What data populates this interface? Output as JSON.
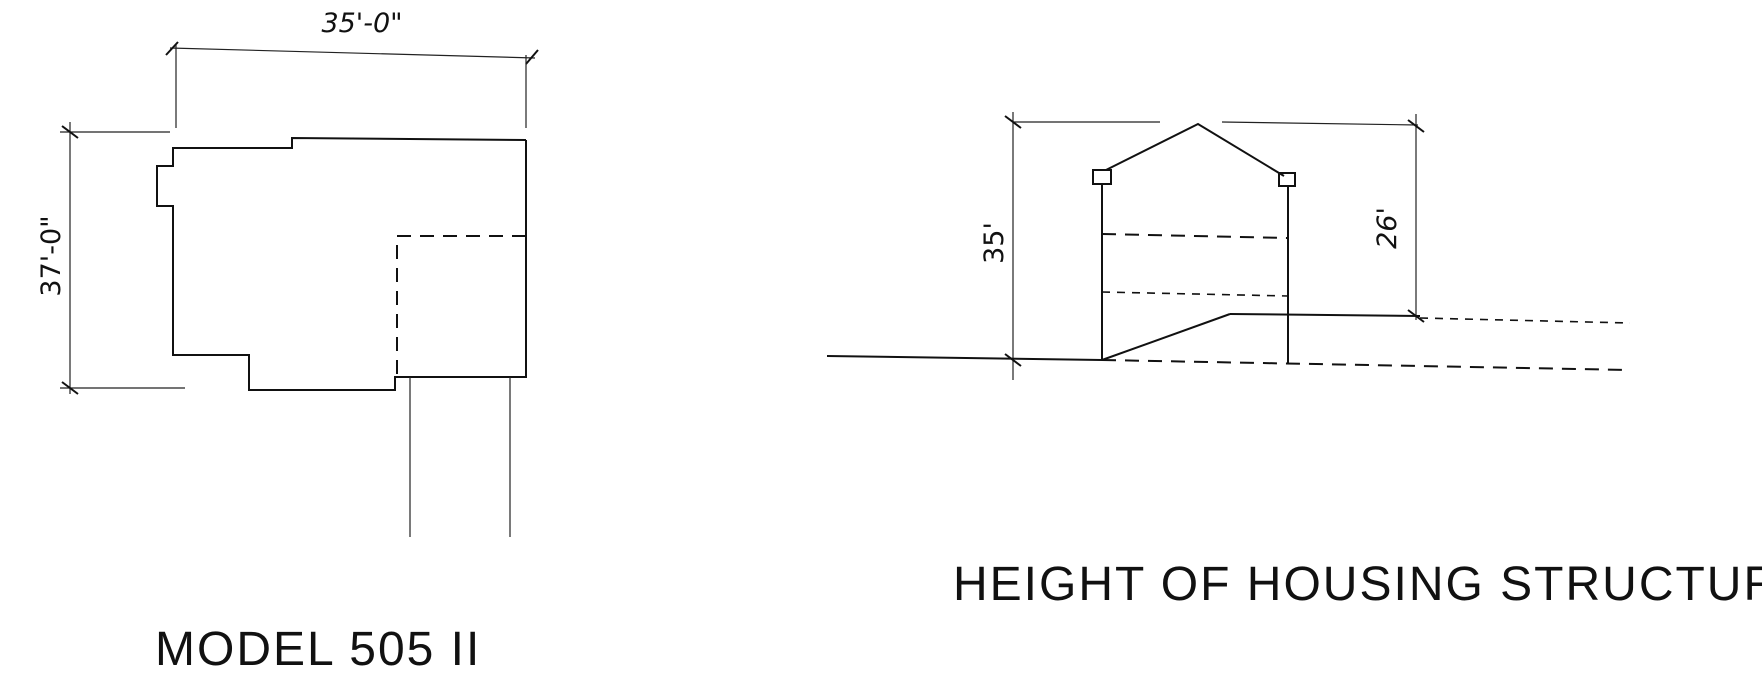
{
  "plan": {
    "width_dim": "35'-0\"",
    "depth_dim": "37'-0\"",
    "caption": "MODEL 505 II"
  },
  "elevation": {
    "overall_height_dim": "35'",
    "front_height_dim": "26'",
    "caption": "HEIGHT OF HOUSING STRUCTURE"
  }
}
